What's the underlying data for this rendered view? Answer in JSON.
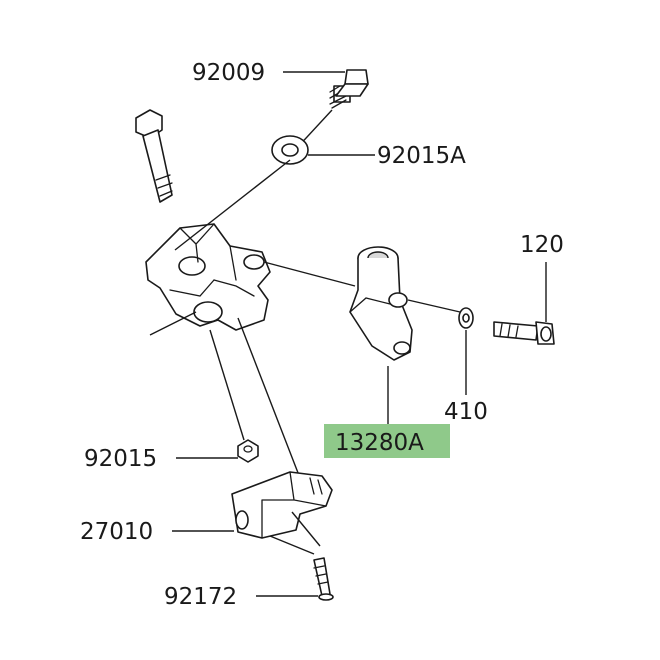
{
  "colors": {
    "highlight": "#8fc98a",
    "ink": "#1a1a1a",
    "background": "#ffffff"
  },
  "callouts": {
    "bolt_top": "92009",
    "grommet": "92015A",
    "bolt_right": "120",
    "washer": "410",
    "clamp_part": "13280A",
    "nut": "92015",
    "bracket": "27010",
    "screw": "92172"
  },
  "highlighted_part": "13280A"
}
